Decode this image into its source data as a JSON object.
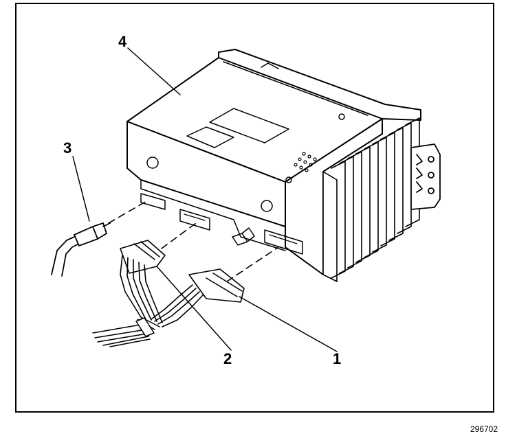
{
  "callouts": {
    "c1": "1",
    "c2": "2",
    "c3": "3",
    "c4": "4"
  },
  "figure_id": "296702",
  "colors": {
    "ink": "#000000",
    "paper": "#ffffff"
  }
}
